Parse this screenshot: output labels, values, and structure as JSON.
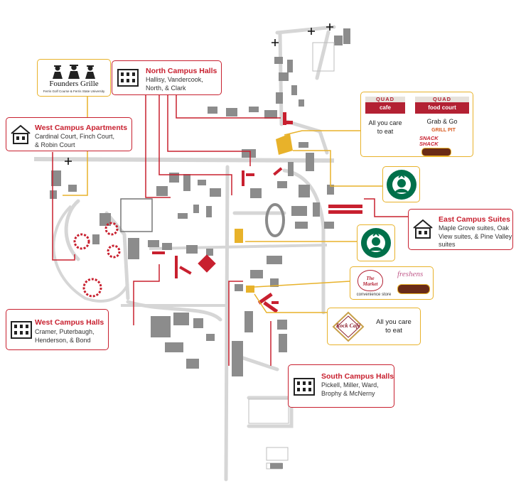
{
  "callouts": {
    "north": {
      "title": "North Campus Halls",
      "subtitle": "Hallisy, Vandercook,\nNorth, & Clark"
    },
    "west_apts": {
      "title": "West Campus Apartments",
      "subtitle": "Cardinal Court, Finch Court,\n& Robin Court"
    },
    "west_halls": {
      "title": "West Campus Halls",
      "subtitle": "Cramer, Puterbaugh,\nHenderson, & Bond"
    },
    "east_suites": {
      "title": "East Campus Suites",
      "subtitle": "Maple Grove suites, Oak\nView suites, & Pine Valley\nsuites"
    },
    "south": {
      "title": "South Campus Halls",
      "subtitle": "Pickell, Miller, Ward,\nBrophy & McNerny"
    }
  },
  "dining": {
    "founders": {
      "name": "Founders Grille",
      "tagline": "Ferris Golf Course & Ferris State University"
    },
    "quad_cafe": {
      "top": "QUAD",
      "bottom": "cafe",
      "caption": "All you care\nto eat"
    },
    "quad_food_court": {
      "top": "QUAD",
      "bottom": "food court",
      "caption": "Grab & Go",
      "brands": [
        "GRILL PIT",
        "SNACK SHACK"
      ]
    },
    "market": {
      "name": "The Market",
      "partner": "freshens",
      "caption": "convenience store"
    },
    "rock_cafe": {
      "name": "Rock Café",
      "caption": "All you care\nto eat"
    }
  },
  "colors": {
    "residence": "#c8202f",
    "dining": "#e8b22a",
    "road": "#d2d2d2",
    "building": "#8c8c8c",
    "starbucks": "#00704a"
  },
  "icons": {
    "residence_halls": "building-icon",
    "apartments": "house-icon",
    "starbucks": "starbucks-logo",
    "landmark": "cross-marker-icon"
  }
}
